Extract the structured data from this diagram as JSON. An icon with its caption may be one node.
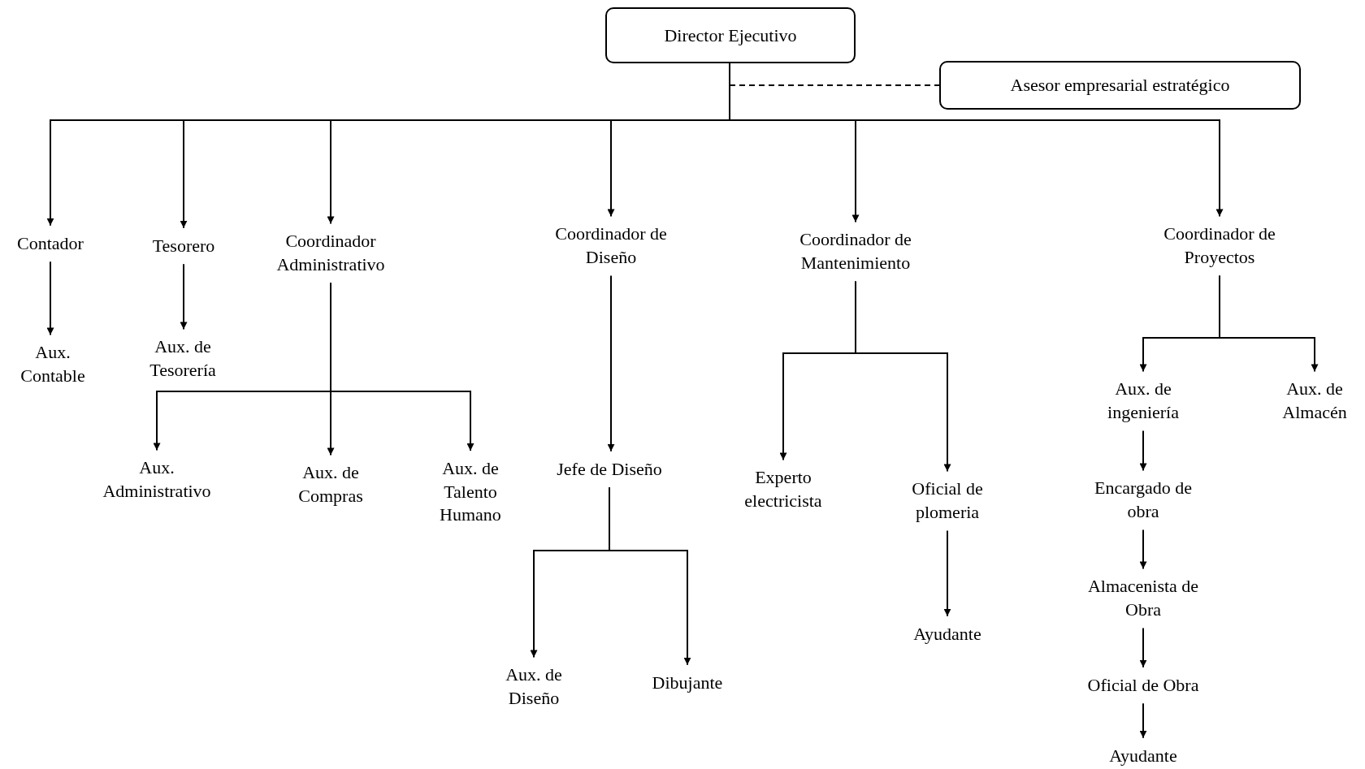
{
  "diagram": {
    "nodes": [
      {
        "text": [
          "Director Ejecutivo"
        ]
      },
      {
        "text": [
          "Asesor empresarial estratégico"
        ]
      },
      {
        "text": [
          "Contador"
        ]
      },
      {
        "text": [
          "Tesorero"
        ]
      },
      {
        "text": [
          "Coordinador Administrativo"
        ]
      },
      {
        "text": [
          "Coordinador de Diseño"
        ]
      },
      {
        "text": [
          "Coordinador de Mantenimiento"
        ]
      },
      {
        "text": [
          "Coordinador de Proyectos"
        ]
      },
      {
        "text": [
          "Aux. Contable"
        ]
      },
      {
        "text": [
          "Aux. de Tesorería"
        ]
      },
      {
        "text": [
          "Aux. Administrativo"
        ]
      },
      {
        "text": [
          "Aux. de Compras"
        ]
      },
      {
        "text": [
          "Aux. de Talento Humano"
        ]
      },
      {
        "text": [
          "Jefe de Diseño"
        ]
      },
      {
        "text": [
          "Aux. de Diseño"
        ]
      },
      {
        "text": [
          "Dibujante"
        ]
      },
      {
        "text": [
          "Experto electricista"
        ]
      },
      {
        "text": [
          "Oficial de plomeria"
        ]
      },
      {
        "text": [
          "Ayudante"
        ]
      },
      {
        "text": [
          "Aux. de ingeniería"
        ]
      },
      {
        "text": [
          "Aux. de Almacén"
        ]
      },
      {
        "text": [
          "Encargado de obra"
        ]
      },
      {
        "text": [
          "Almacenista de Obra"
        ]
      },
      {
        "text": [
          "Oficial de Obra"
        ]
      },
      {
        "text": [
          "Ayudante"
        ]
      }
    ],
    "edges": [
      {
        "from": 0,
        "to": 1,
        "arrow": "none",
        "style": "dashed"
      },
      {
        "from": 0,
        "to": 2,
        "arrow": "to"
      },
      {
        "from": 0,
        "to": 3,
        "arrow": "to"
      },
      {
        "from": 0,
        "to": 4,
        "arrow": "to"
      },
      {
        "from": 0,
        "to": 5,
        "arrow": "to"
      },
      {
        "from": 0,
        "to": 6,
        "arrow": "to"
      },
      {
        "from": 0,
        "to": 7,
        "arrow": "to"
      },
      {
        "from": 2,
        "to": 8,
        "arrow": "to"
      },
      {
        "from": 3,
        "to": 9,
        "arrow": "to"
      },
      {
        "from": 4,
        "to": 10,
        "arrow": "to"
      },
      {
        "from": 4,
        "to": 11,
        "arrow": "to"
      },
      {
        "from": 4,
        "to": 12,
        "arrow": "to"
      },
      {
        "from": 5,
        "to": 13,
        "arrow": "to"
      },
      {
        "from": 13,
        "to": 14,
        "arrow": "to"
      },
      {
        "from": 13,
        "to": 15,
        "arrow": "to"
      },
      {
        "from": 6,
        "to": 16,
        "arrow": "to"
      },
      {
        "from": 6,
        "to": 17,
        "arrow": "to"
      },
      {
        "from": 17,
        "to": 18,
        "arrow": "to"
      },
      {
        "from": 7,
        "to": 19,
        "arrow": "to"
      },
      {
        "from": 7,
        "to": 20,
        "arrow": "to"
      },
      {
        "from": 19,
        "to": 21,
        "arrow": "to"
      },
      {
        "from": 21,
        "to": 22,
        "arrow": "to"
      },
      {
        "from": 22,
        "to": 23,
        "arrow": "to"
      },
      {
        "from": 23,
        "to": 24,
        "arrow": "to"
      }
    ]
  }
}
